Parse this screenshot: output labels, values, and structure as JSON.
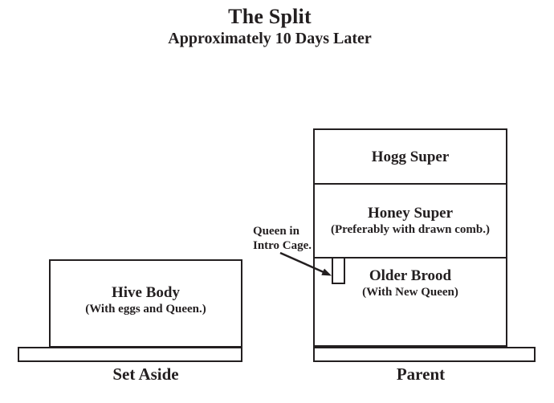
{
  "header": {
    "title": "The Split",
    "subtitle": "Approximately 10 Days Later"
  },
  "left_stack": {
    "box": {
      "title": "Hive Body",
      "subtitle": "(With eggs and Queen.)"
    },
    "label": "Set Aside"
  },
  "right_stack": {
    "boxes": [
      {
        "title": "Hogg Super",
        "subtitle": ""
      },
      {
        "title": "Honey Super",
        "subtitle": "(Preferably with drawn comb.)"
      },
      {
        "title": "Older Brood",
        "subtitle": "(With New Queen)"
      }
    ],
    "label": "Parent"
  },
  "annotation": {
    "line1": "Queen in",
    "line2": "Intro Cage."
  },
  "colors": {
    "line": "#231f20",
    "text": "#231f20",
    "background": "#ffffff"
  }
}
